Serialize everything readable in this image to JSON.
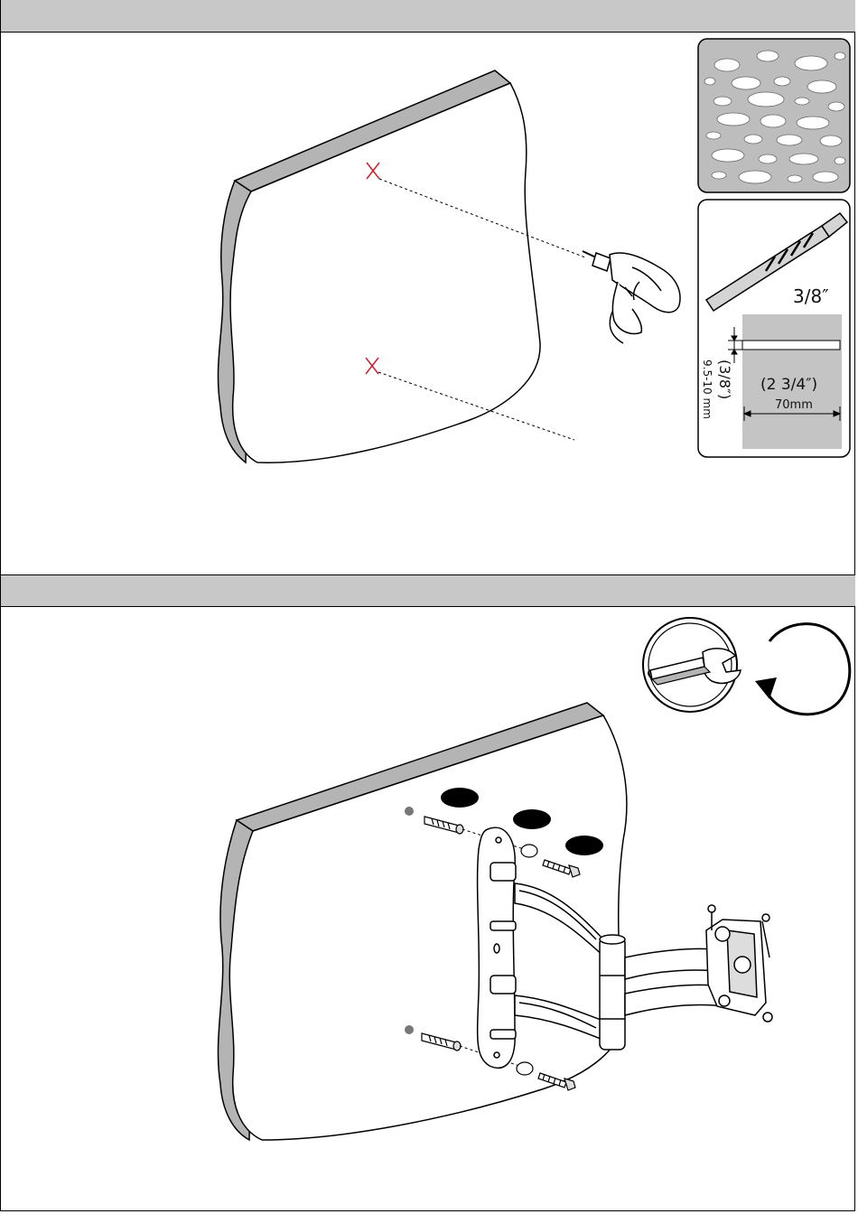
{
  "step1": {
    "drill_bit_size": "3/8″",
    "hole_diameter_in": "(3/8″)",
    "hole_diameter_mm": "9.5-10 mm",
    "hole_depth_in": "(2 3/4″)",
    "hole_depth_mm": "70mm"
  },
  "step2": {
    "icons": [
      "wrench-icon",
      "rotate-clockwise-icon"
    ]
  },
  "colors": {
    "header_bar": "#c8c8c8",
    "wall_edge": "#b4b4b4",
    "mark": "#d0202a"
  }
}
